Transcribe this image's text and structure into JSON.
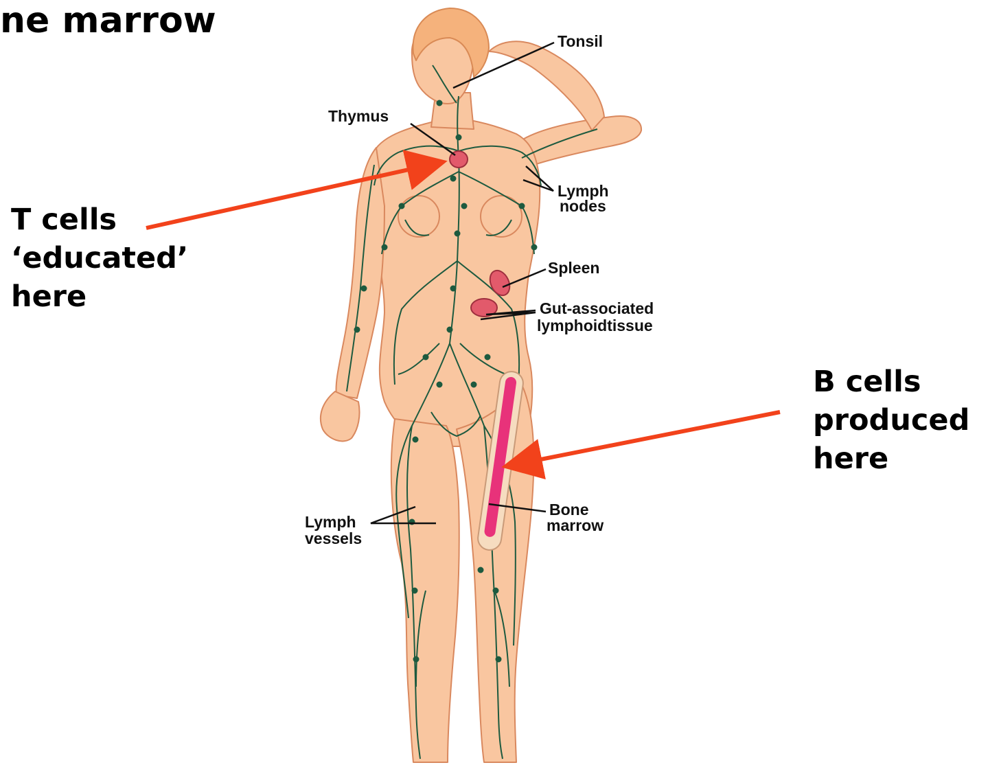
{
  "title": "ne marrow",
  "callouts": {
    "t_cells": [
      "T cells",
      "‘educated’",
      "here"
    ],
    "b_cells": [
      "B cells",
      "produced",
      "here"
    ]
  },
  "labels": {
    "tonsil": "Tonsil",
    "thymus": "Thymus",
    "lymph_nodes": [
      "Lymph",
      "nodes"
    ],
    "spleen": "Spleen",
    "gut": [
      "Gut-associated",
      "lymphoidtissue"
    ],
    "lymph_vessels": [
      "Lymph",
      "vessels"
    ],
    "bone_marrow": [
      "Bone",
      "marrow"
    ]
  },
  "colors": {
    "arrow": "#f2421b",
    "skin": "#f9c6a0",
    "skin_outline": "#d9885e",
    "hair": "#f5b27c",
    "vessels": "#1d5a3f",
    "organ": "#e25a6b",
    "bone_marrow": "#e8327a"
  }
}
